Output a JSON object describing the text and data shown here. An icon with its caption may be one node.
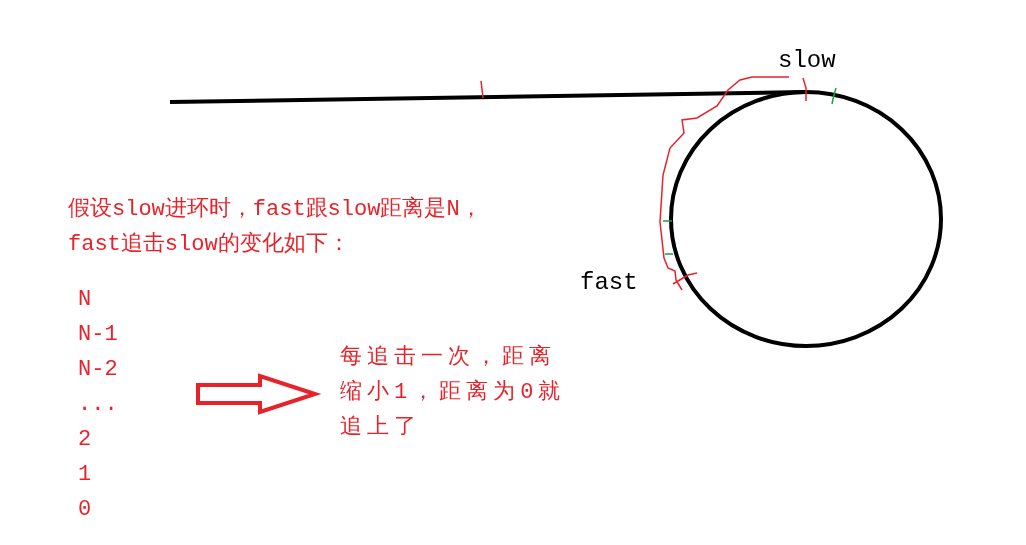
{
  "diagram": {
    "nodes": [
      {
        "text": [
          "N",
          "N-1",
          "N-2",
          "...",
          "2",
          "1",
          "0"
        ]
      },
      {
        "text": [
          "每追击一次，距离缩小1，距离为0就追上了"
        ]
      }
    ],
    "edges": [
      {
        "from": 0,
        "to": 1,
        "arrow": "to",
        "style": "thick"
      }
    ],
    "labels": [
      "slow",
      "fast",
      "假设slow进环时，fast跟slow距离是N，fast追击slow的变化如下："
    ]
  }
}
